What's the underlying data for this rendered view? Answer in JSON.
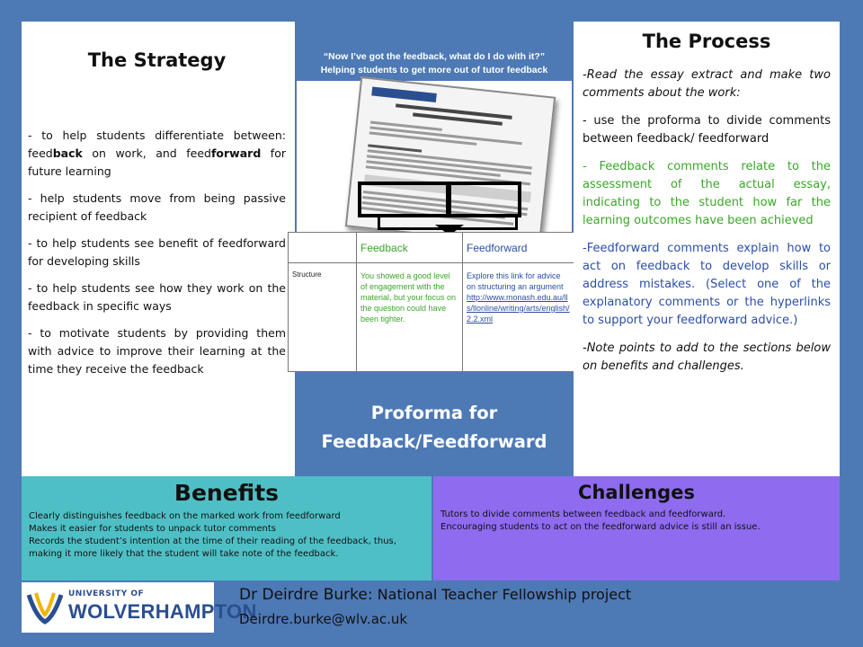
{
  "strategy": {
    "title": "The Strategy",
    "point1_pre": "- to help students differentiate between: feed",
    "point1_b1": "back",
    "point1_mid": " on work, and feed",
    "point1_b2": "forward",
    "point1_post": " for future learning",
    "point2": "- help students move from being passive recipient of feedback",
    "point3": "- to help students see benefit of feedforward for developing skills",
    "point4": "- to help students see how they work on the feedback in specific ways",
    "point5": "- to motivate students by providing them with advice to improve their learning at the time they receive the feedback"
  },
  "center": {
    "caption_line1": "“Now I’ve got the feedback, what do I do with it?”",
    "caption_line2": "Helping students to get more out of tutor feedback",
    "title_line1": "Proforma for",
    "title_line2": "Feedback/Feedforward"
  },
  "proforma": {
    "col_feedback": "Feedback",
    "col_feedforward": "Feedforward",
    "row_label": "Structure",
    "feedback_text": "You showed a good level of engagement with the material, but your focus on the question could have been tighter.",
    "feedforward_text": "Explore this link for advice on structuring an argument",
    "feedforward_link": "http://www.monash.edu.au/lls/llonline/writing/arts/english/2.2.xml",
    "colors": {
      "feedback": "#3aa629",
      "feedforward": "#2b4ea7"
    }
  },
  "process": {
    "title": "The Process",
    "p1": "-Read the essay extract and make two comments about the work:",
    "p2": "- use the proforma to divide comments between feedback/ feedforward",
    "p3": "- Feedback comments relate to the assessment of the actual essay, indicating to the student how far the learning outcomes have been achieved",
    "p4": "-Feedforward comments explain how to act on feedback to develop skills or address mistakes. (Select one of the explanatory comments or the hyperlinks to support your feedforward advice.)",
    "p5": "-Note points to add to the sections below on benefits and challenges."
  },
  "benefits": {
    "title": "Benefits",
    "line1": "Clearly distinguishes feedback on the marked work from feedforward",
    "line2": "Makes it easier for students to unpack tutor comments",
    "line3": "Records the student’s intention at the time of their reading of the feedback, thus, making it more likely that the student will take note of the feedback."
  },
  "challenges": {
    "title": "Challenges",
    "line1": "Tutors to divide comments between feedback and feedforward.",
    "line2": "Encouraging students to act on the feedforward advice is still an issue."
  },
  "footer": {
    "logo_line1": "UNIVERSITY OF",
    "logo_line2": "WOLVERHAMPTON",
    "author_name": "Dr Deirdre Burke:",
    "author_project": " National Teacher Fellowship project",
    "email": "Deirdre.burke@wlv.ac.uk"
  },
  "colors": {
    "background": "#4d79b5",
    "benefits_bg": "#4fbfc6",
    "challenges_bg": "#8f6bf0",
    "green_text": "#3aa629",
    "blue_text": "#2b4ea7",
    "logo_blue": "#2a4f90"
  }
}
